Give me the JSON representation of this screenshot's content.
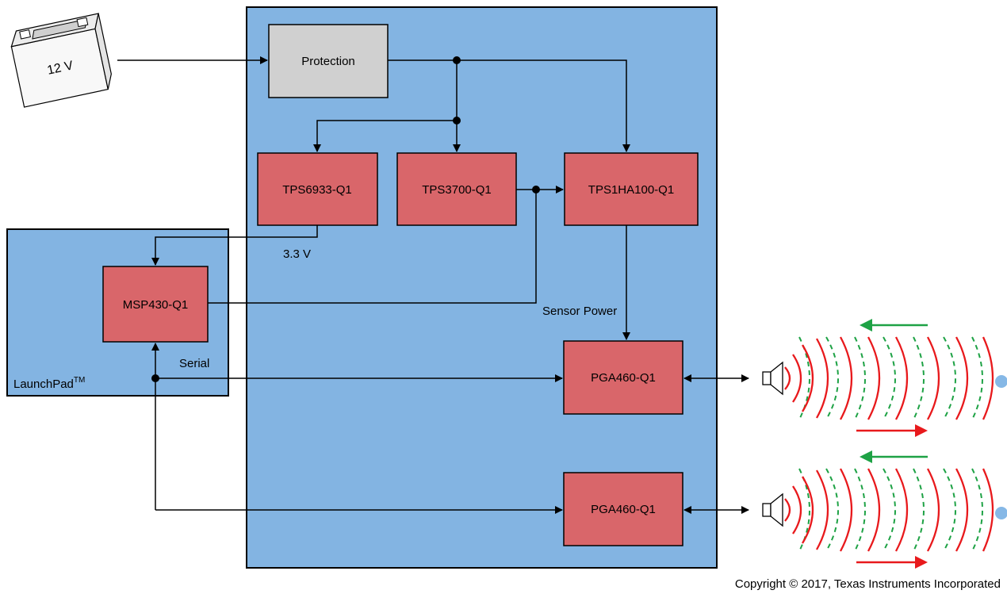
{
  "colors": {
    "board_fill": "#83b4e2",
    "block_fill": "#d9666a",
    "protection_fill": "#d0d0d0",
    "wire": "#000000",
    "wave_red": "#e8191c",
    "wave_green": "#1ea245",
    "target_dot": "#86b8e6"
  },
  "battery": {
    "label": "12 V"
  },
  "blocks": {
    "protection": "Protection",
    "tps6933": "TPS6933-Q1",
    "tps3700": "TPS3700-Q1",
    "tps1ha100": "TPS1HA100-Q1",
    "msp430": "MSP430-Q1",
    "pga460_1": "PGA460-Q1",
    "pga460_2": "PGA460-Q1"
  },
  "labels": {
    "launchpad": "LaunchPad",
    "launchpad_tm": "TM",
    "voltage_3v3": "3.3 V",
    "sensor_power": "Sensor Power",
    "serial": "Serial"
  },
  "icons": {
    "battery": "battery-icon",
    "transducer": "speaker-icon",
    "target": "target-dot"
  },
  "footer": {
    "copyright": "Copyright © 2017, Texas Instruments Incorporated"
  }
}
